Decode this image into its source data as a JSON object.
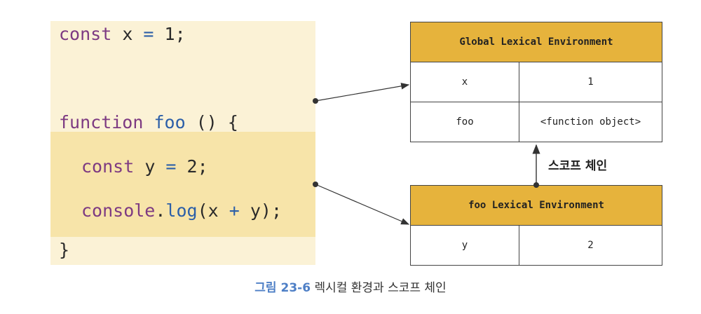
{
  "code": {
    "line1": {
      "kw": "const",
      "rest": " x ",
      "op": "=",
      "val": " 1;"
    },
    "line2": {
      "kw": "function",
      "name": "foo",
      "rest": " () {"
    },
    "line3": {
      "kw": "const",
      "rest": " y ",
      "op": "=",
      "val": " 2;"
    },
    "line4": {
      "obj": "console",
      "dot": ".",
      "fn": "log",
      "rest": "(x ",
      "op": "+",
      "val": " y);"
    },
    "line5": "}"
  },
  "global_env": {
    "title": "Global Lexical Environment",
    "rows": [
      {
        "key": "x",
        "value": "1"
      },
      {
        "key": "foo",
        "value": "<function object>"
      }
    ]
  },
  "foo_env": {
    "title": "foo Lexical Environment",
    "rows": [
      {
        "key": "y",
        "value": "2"
      }
    ]
  },
  "scope_chain_label": "스코프 체인",
  "caption": {
    "fig": "그림 23-6",
    "text": " 렉시컬 환경과 스코프 체인"
  },
  "colors": {
    "outer_code_bg": "#fbf2d6",
    "inner_code_bg": "#f7e4a9",
    "table_header": "#e6b33c",
    "keyword": "#7d3a82",
    "function_name": "#2c5fa8",
    "caption_fig": "#4e7fc6"
  }
}
